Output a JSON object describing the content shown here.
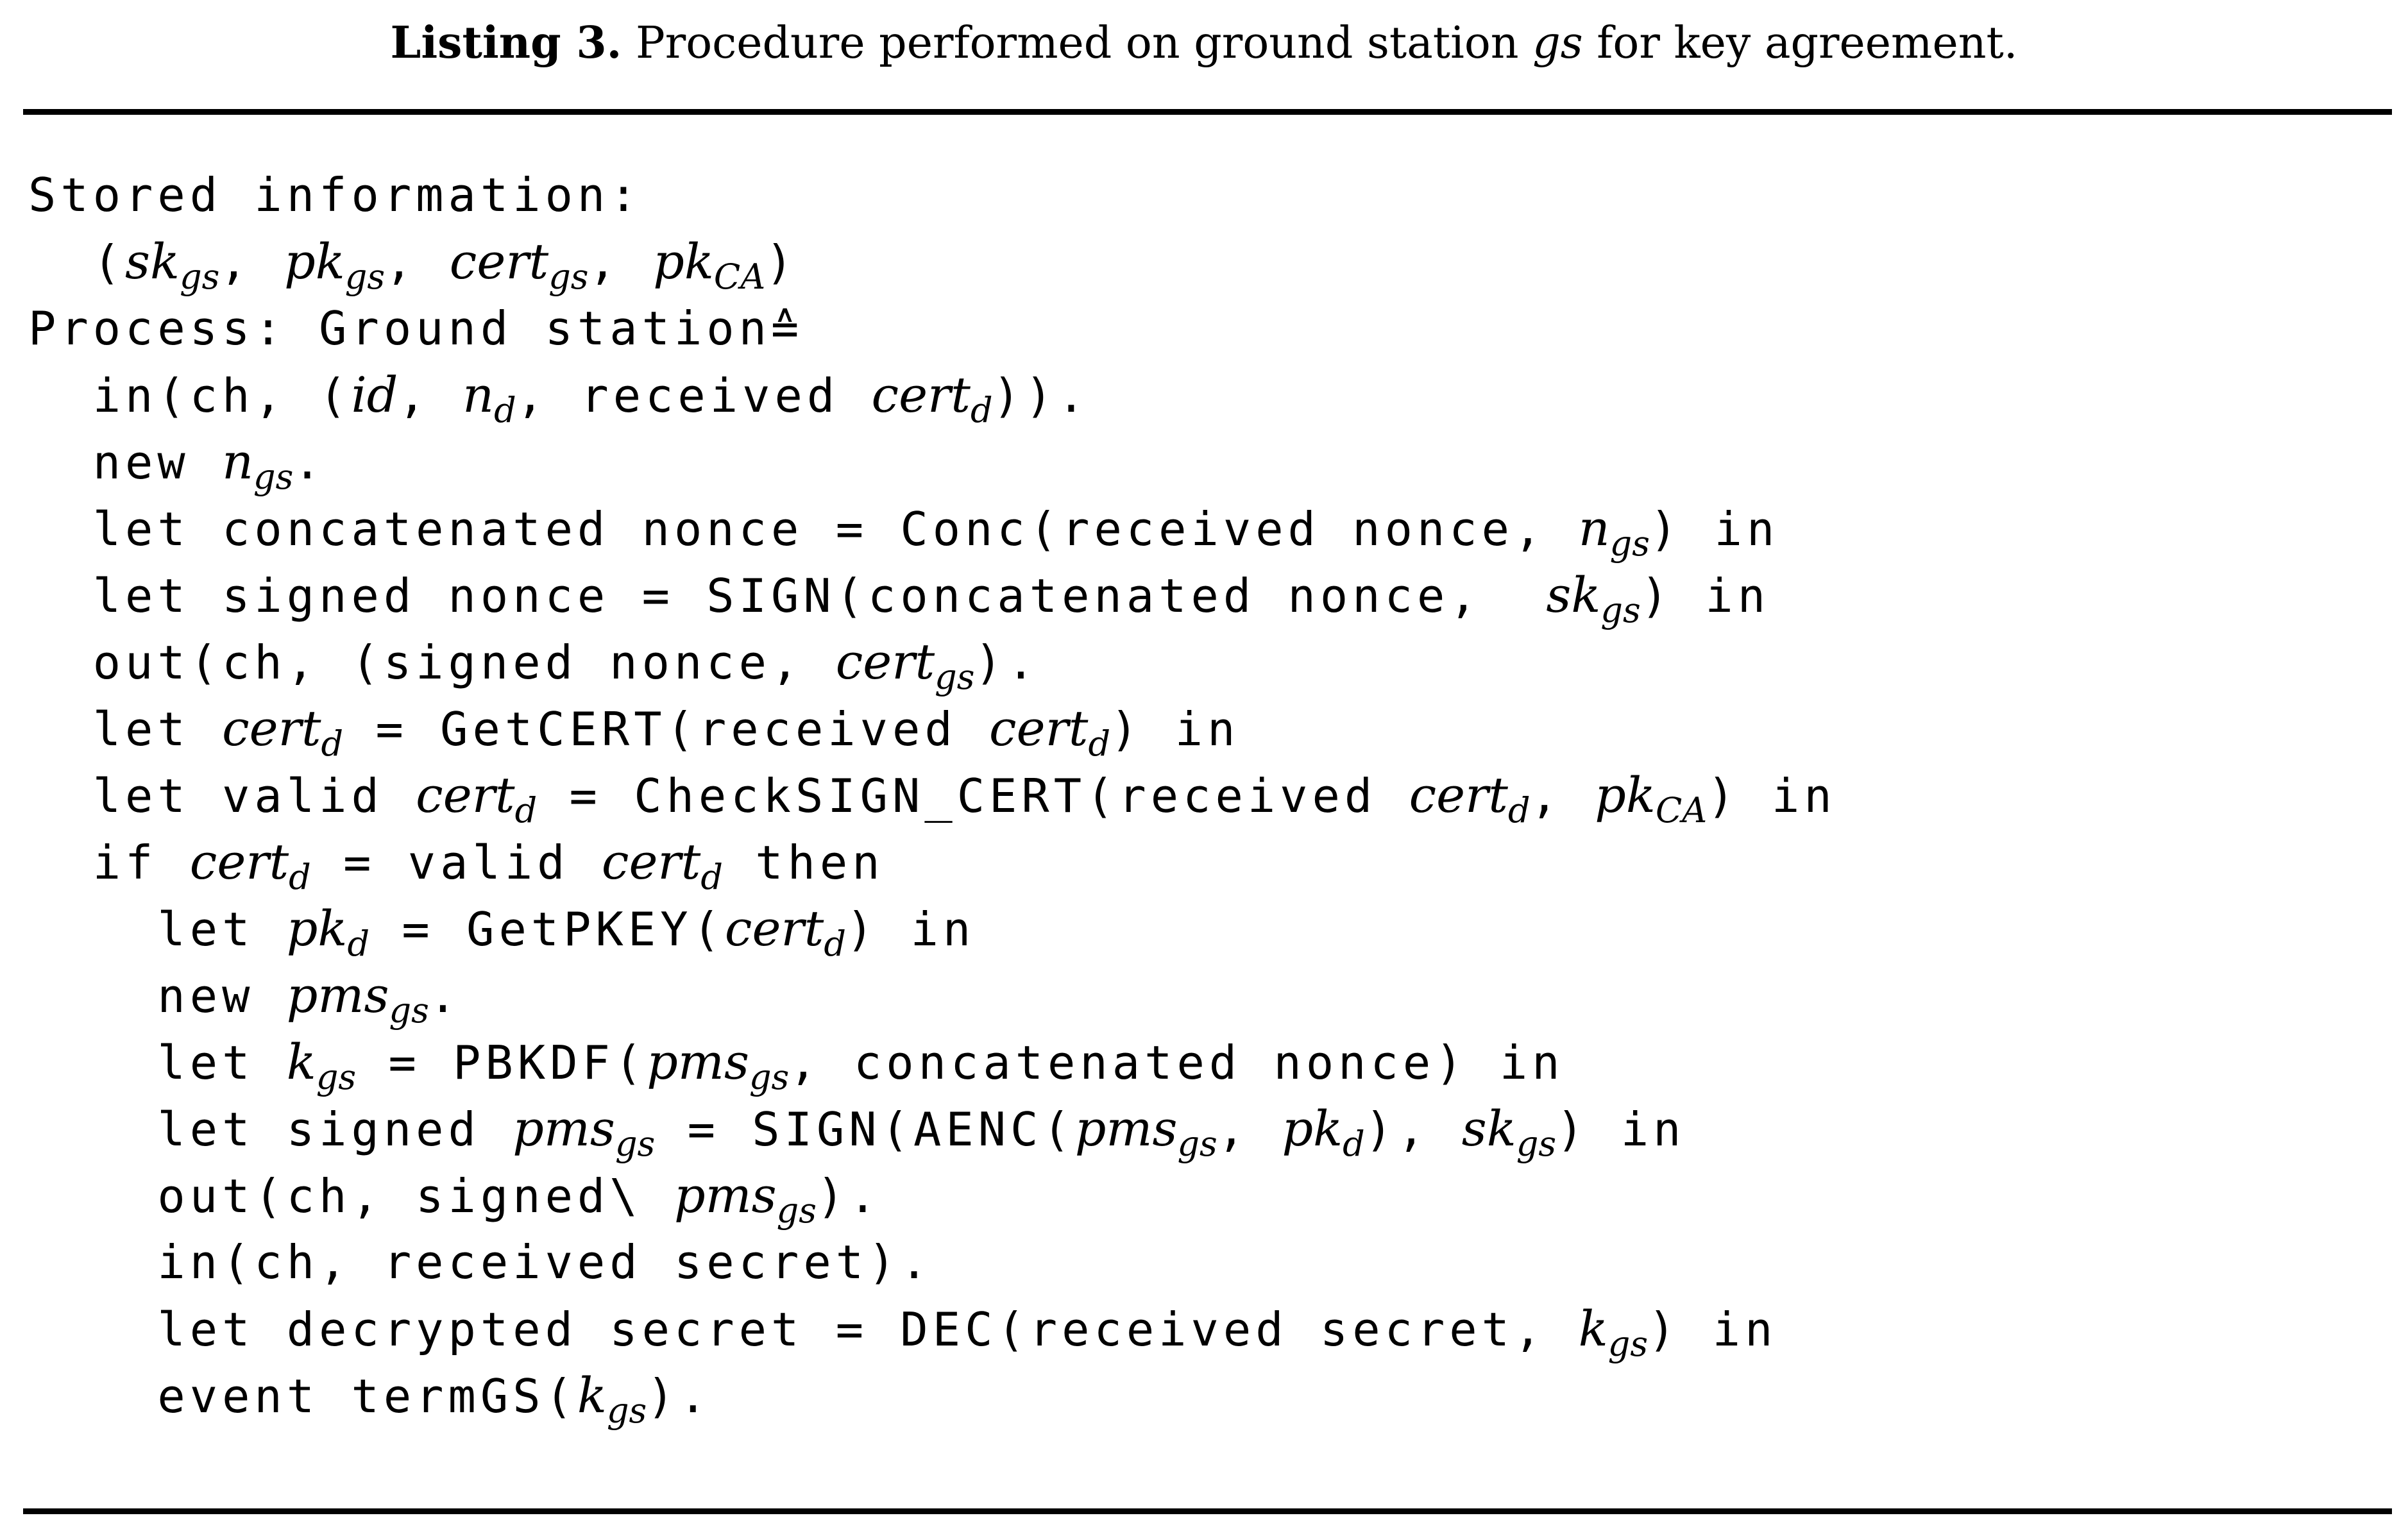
{
  "caption": {
    "label": "Listing 3.",
    "text_before": " Procedure performed on ground station ",
    "text_var": "gs",
    "text_after": " for key agreement."
  },
  "listing": {
    "lines": [
      [
        {
          "t": "Stored information:"
        }
      ],
      [
        {
          "t": "  ("
        },
        {
          "m": "sk",
          "s": "gs"
        },
        {
          "t": ", "
        },
        {
          "m": "pk",
          "s": "gs"
        },
        {
          "t": ", "
        },
        {
          "m": "cert",
          "s": "gs"
        },
        {
          "t": ", "
        },
        {
          "m": "pk",
          "s": "CA"
        },
        {
          "t": ")"
        }
      ],
      [
        {
          "t": "Process: Ground station≙"
        }
      ],
      [
        {
          "t": "  in(ch, ("
        },
        {
          "m": "id"
        },
        {
          "t": ", "
        },
        {
          "m": "n",
          "s": "d"
        },
        {
          "t": ", received "
        },
        {
          "m": "cert",
          "s": "d"
        },
        {
          "t": "))."
        }
      ],
      [
        {
          "t": "  new "
        },
        {
          "m": "n",
          "s": "gs"
        },
        {
          "t": "."
        }
      ],
      [
        {
          "t": "  let concatenated nonce = Conc(received nonce, "
        },
        {
          "m": "n",
          "s": "gs"
        },
        {
          "t": ") in"
        }
      ],
      [
        {
          "t": "  let signed nonce = SIGN(concatenated nonce,  "
        },
        {
          "m": "sk",
          "s": "gs"
        },
        {
          "t": ") in"
        }
      ],
      [
        {
          "t": "  out(ch, (signed nonce, "
        },
        {
          "m": "cert",
          "s": "gs"
        },
        {
          "t": ")."
        }
      ],
      [
        {
          "t": "  let "
        },
        {
          "m": "cert",
          "s": "d"
        },
        {
          "t": " = GetCERT(received "
        },
        {
          "m": "cert",
          "s": "d"
        },
        {
          "t": ") in"
        }
      ],
      [
        {
          "t": "  let valid "
        },
        {
          "m": "cert",
          "s": "d"
        },
        {
          "t": " = CheckSIGN_CERT(received "
        },
        {
          "m": "cert",
          "s": "d"
        },
        {
          "t": ", "
        },
        {
          "m": "pk",
          "s": "CA"
        },
        {
          "t": ") in"
        }
      ],
      [
        {
          "t": "  if "
        },
        {
          "m": "cert",
          "s": "d"
        },
        {
          "t": " = valid "
        },
        {
          "m": "cert",
          "s": "d"
        },
        {
          "t": " then"
        }
      ],
      [
        {
          "t": "    let "
        },
        {
          "m": "pk",
          "s": "d"
        },
        {
          "t": " = GetPKEY("
        },
        {
          "m": "cert",
          "s": "d"
        },
        {
          "t": ") in"
        }
      ],
      [
        {
          "t": "    new "
        },
        {
          "m": "pms",
          "s": "gs"
        },
        {
          "t": "."
        }
      ],
      [
        {
          "t": "    let "
        },
        {
          "m": "k",
          "s": "gs"
        },
        {
          "t": " = PBKDF("
        },
        {
          "m": "pms",
          "s": "gs"
        },
        {
          "t": ", concatenated nonce) in"
        }
      ],
      [
        {
          "t": "    let signed "
        },
        {
          "m": "pms",
          "s": "gs"
        },
        {
          "t": " = SIGN(AENC("
        },
        {
          "m": "pms",
          "s": "gs"
        },
        {
          "t": ", "
        },
        {
          "m": "pk",
          "s": "d"
        },
        {
          "t": "), "
        },
        {
          "m": "sk",
          "s": "gs"
        },
        {
          "t": ") in"
        }
      ],
      [
        {
          "t": "    out(ch, signed\\ "
        },
        {
          "m": "pms",
          "s": "gs"
        },
        {
          "t": ")."
        }
      ],
      [
        {
          "t": "    in(ch, received secret)."
        }
      ],
      [
        {
          "t": "    let decrypted secret = DEC(received secret, "
        },
        {
          "m": "k",
          "s": "gs"
        },
        {
          "t": ") in"
        }
      ],
      [
        {
          "t": "    event termGS("
        },
        {
          "m": "k",
          "s": "gs"
        },
        {
          "t": ")."
        }
      ]
    ]
  }
}
